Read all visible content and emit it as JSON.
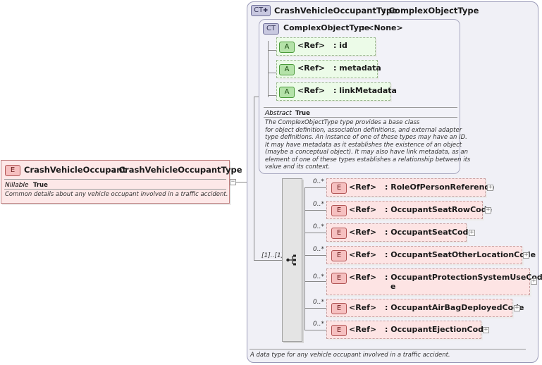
{
  "root_element": {
    "badge": "E",
    "name": "CrashVehicleOccupant",
    "type": ": CrashVehicleOccupantType",
    "nillable_label": "Nillable",
    "nillable_value": "True",
    "description": "Common details about any vehicle occupant involved in a traffic accident."
  },
  "complex_type": {
    "badge": "CT",
    "name": "CrashVehicleOccupantType",
    "type": ": ComplexObjectType",
    "description": "A data type for any vehicle occupant involved in a traffic accident."
  },
  "base_type": {
    "badge": "CT",
    "name": "ComplexObjectType",
    "type": ": <None>",
    "attributes": [
      {
        "badge": "A",
        "ref": "<Ref>",
        "name": ": id"
      },
      {
        "badge": "A",
        "ref": "<Ref>",
        "name": ": metadata"
      },
      {
        "badge": "A",
        "ref": "<Ref>",
        "name": ": linkMetadata"
      }
    ],
    "abstract_label": "Abstract",
    "abstract_value": "True",
    "description_lines": [
      "The ComplexObjectType type provides a base class",
      "for object definition, association definitions, and external adapter",
      "type definitions. An instance of one of these types may have an ID.",
      "It may have metadata as it establishes the existence of an object",
      "(maybe a conceptual object). It may also have link metadata, as an",
      "element of one of these types establishes a relationship between its",
      "value and its context."
    ]
  },
  "sequence": {
    "multiplicity": "[1]..[1]",
    "elements": [
      {
        "badge": "E",
        "mult": "0..*",
        "ref": "<Ref>",
        "name": ": RoleOfPersonReference"
      },
      {
        "badge": "E",
        "mult": "0..*",
        "ref": "<Ref>",
        "name": ": OccupantSeatRowCode"
      },
      {
        "badge": "E",
        "mult": "0..*",
        "ref": "<Ref>",
        "name": ": OccupantSeatCode"
      },
      {
        "badge": "E",
        "mult": "0..*",
        "ref": "<Ref>",
        "name": ": OccupantSeatOtherLocationCode"
      },
      {
        "badge": "E",
        "mult": "0..*",
        "ref": "<Ref>",
        "name_line1": ": OccupantProtectionSystemUseCod",
        "name_line2": "e"
      },
      {
        "badge": "E",
        "mult": "0..*",
        "ref": "<Ref>",
        "name": ": OccupantAirBagDeployedCode"
      },
      {
        "badge": "E",
        "mult": "0..*",
        "ref": "<Ref>",
        "name": ": OccupantEjectionCode"
      }
    ]
  },
  "expand_symbol": "+",
  "collapse_symbol": "−"
}
